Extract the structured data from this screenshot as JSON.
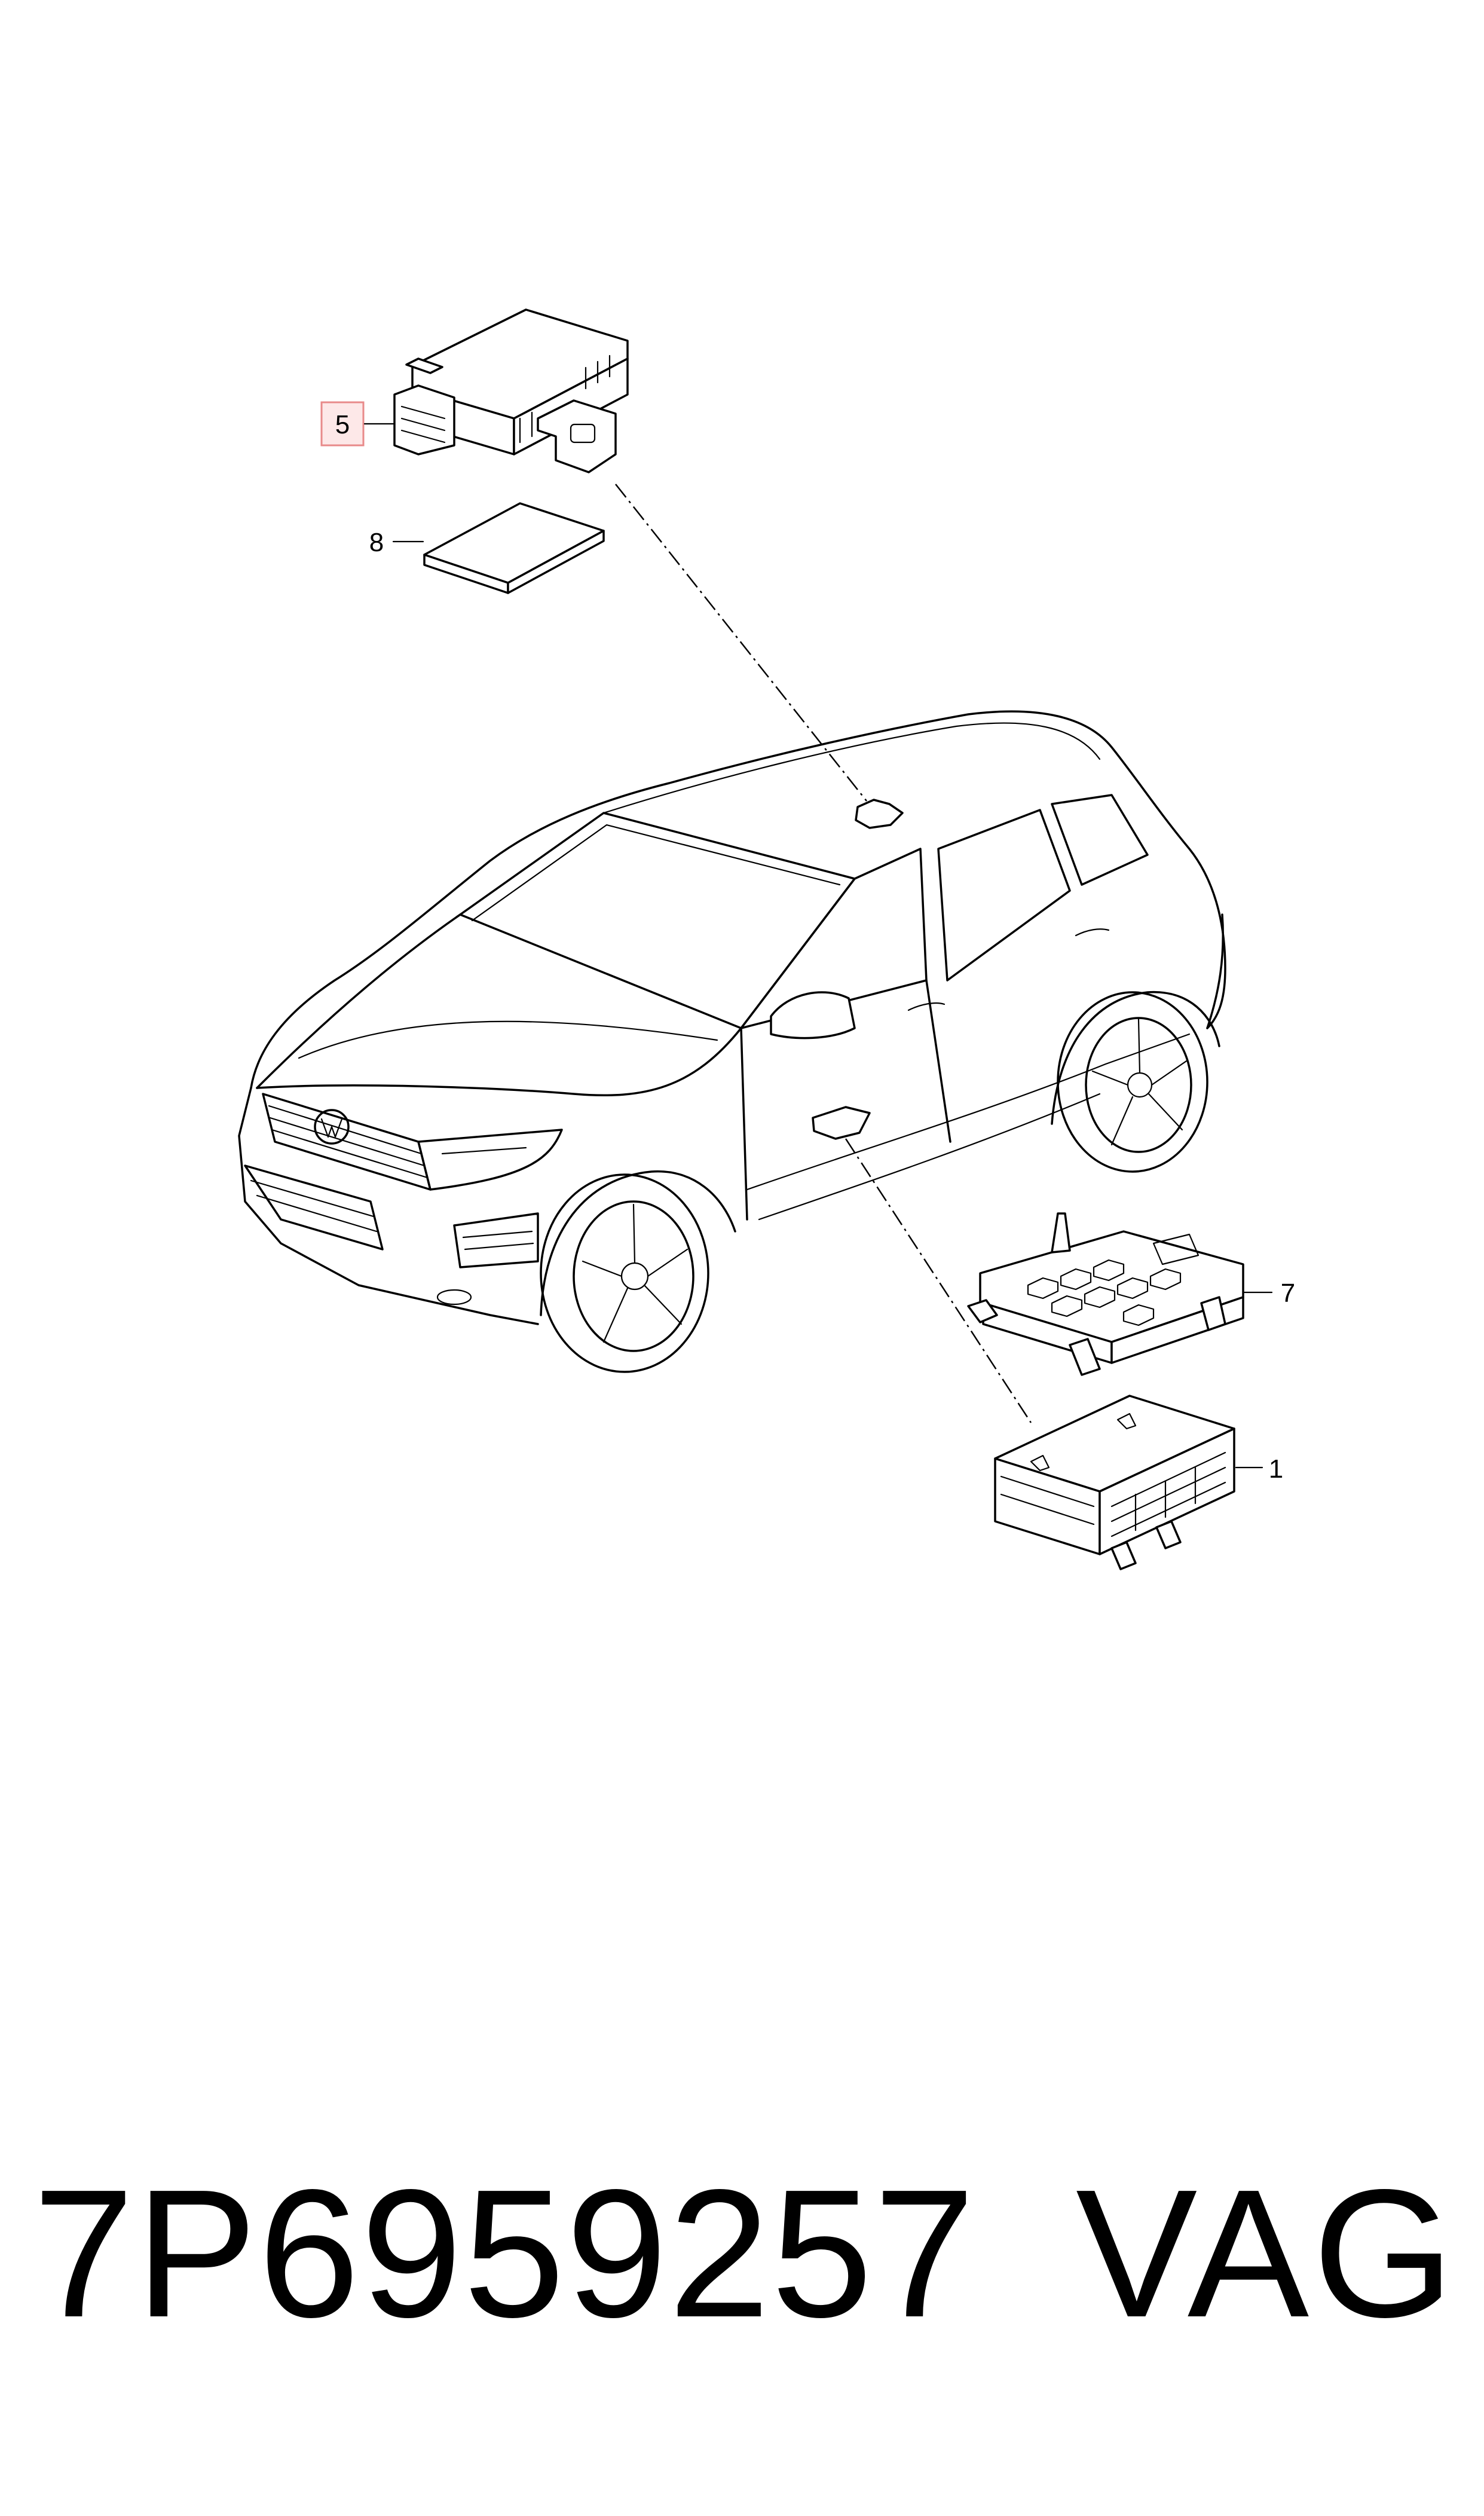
{
  "callouts": [
    {
      "id": "5",
      "label": "5",
      "highlighted": true
    },
    {
      "id": "8",
      "label": "8",
      "highlighted": false
    },
    {
      "id": "7",
      "label": "7",
      "highlighted": false
    },
    {
      "id": "1",
      "label": "1",
      "highlighted": false
    }
  ],
  "footer": {
    "part_number": "7P6959257",
    "brand": "VAG"
  },
  "colors": {
    "line": "#000000",
    "background": "#ffffff",
    "highlight_fill": "#fde8e8",
    "highlight_stroke": "#e88a8a"
  }
}
